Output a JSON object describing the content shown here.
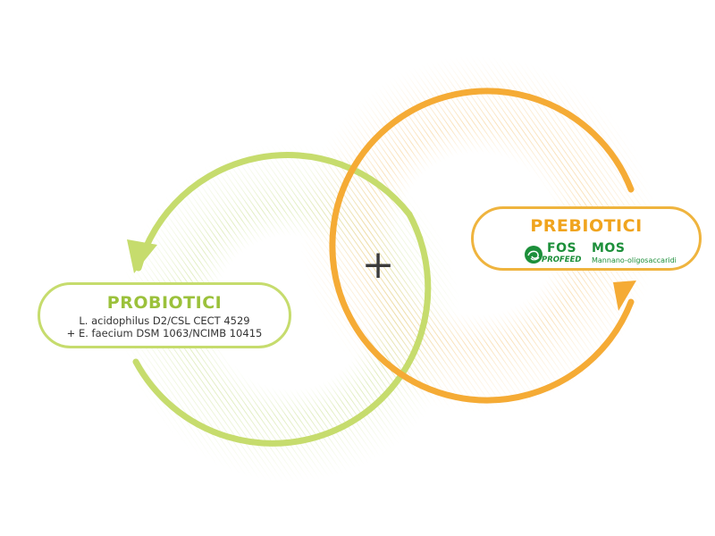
{
  "colors": {
    "probiotic": "#c6dc6d",
    "prebiotic": "#f5a623",
    "fos_green": "#1c8f3a"
  },
  "probiotici": {
    "title": "PROBIOTICI",
    "line1": "L. acidophilus D2/CSL CECT 4529",
    "line2": "+ E. faecium DSM 1063/NCIMB 10415"
  },
  "prebiotici": {
    "title": "PREBIOTICI",
    "fos": "FOS",
    "fos_brand": "PROFEED",
    "mos": "MOS",
    "mos_sub": "Mannano-oligosaccaridi"
  },
  "plus_sign": "+"
}
